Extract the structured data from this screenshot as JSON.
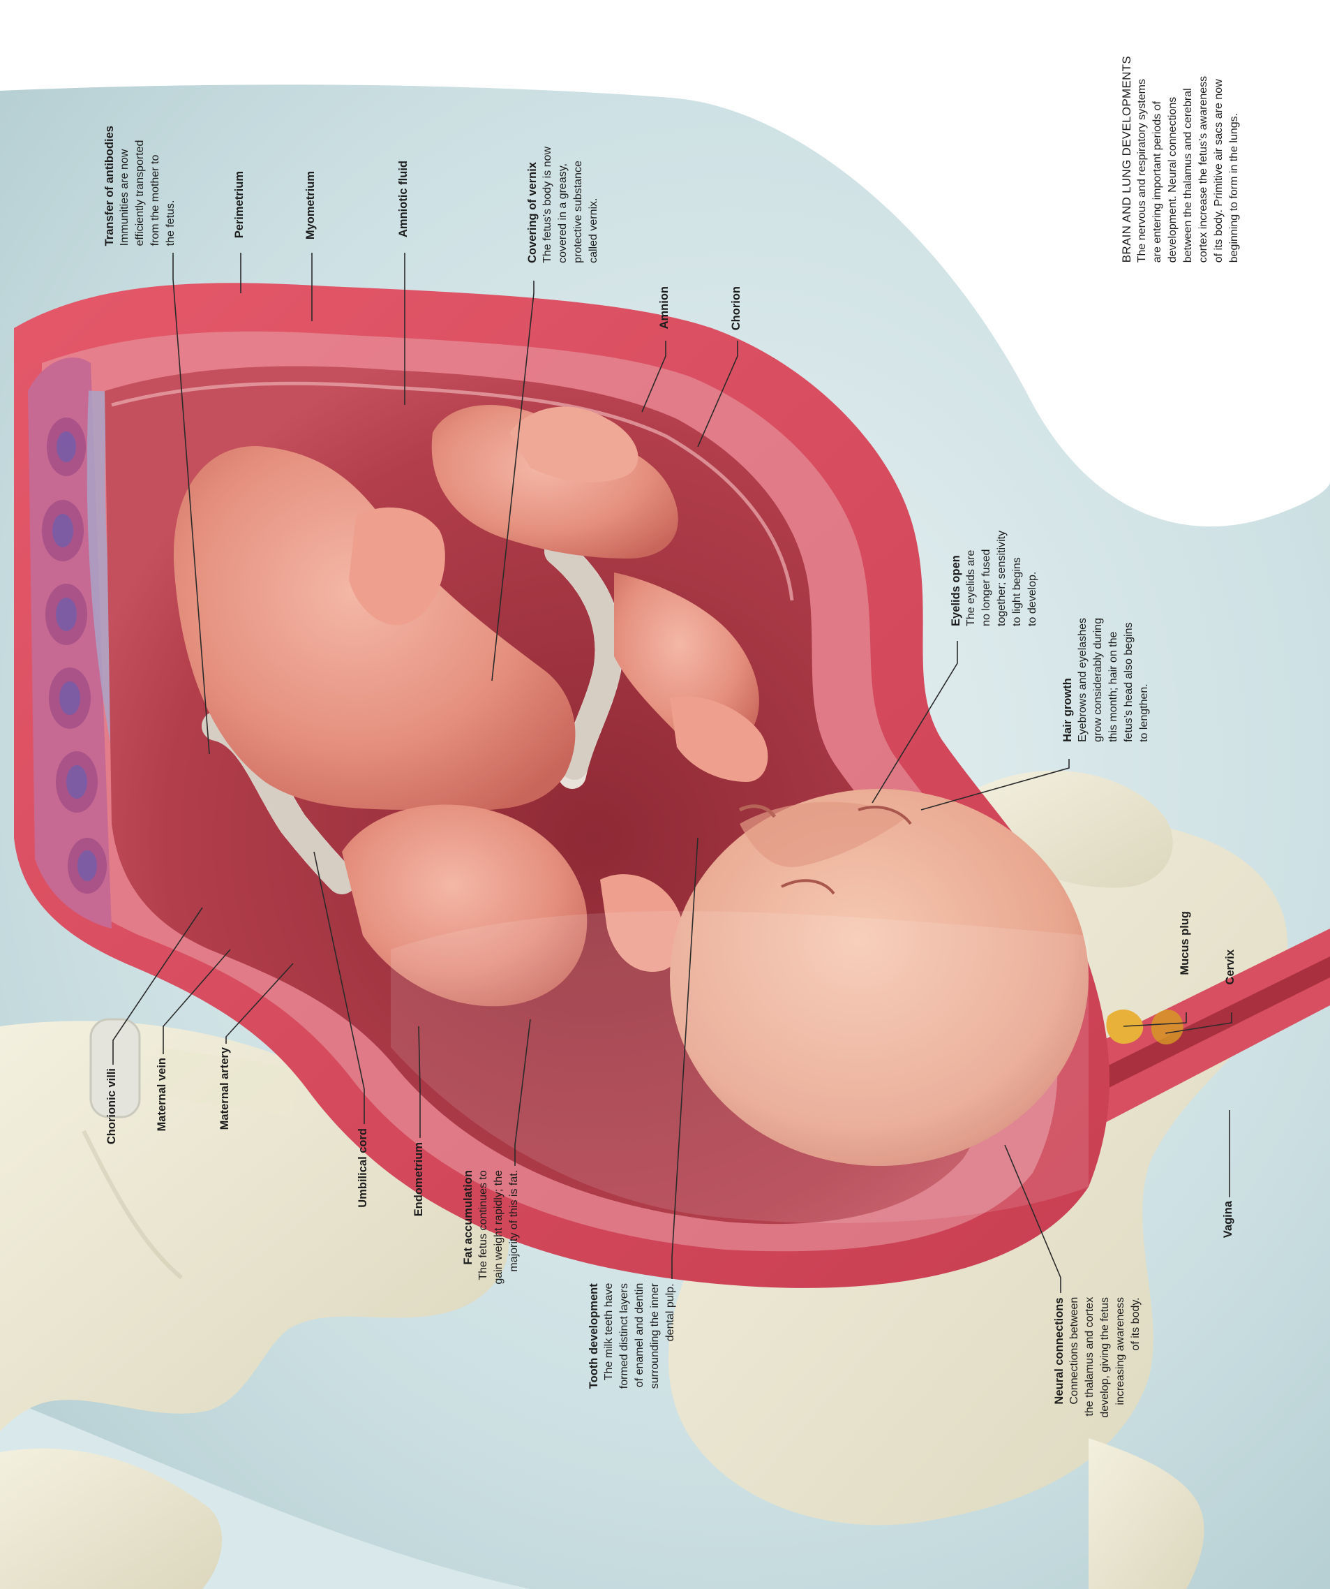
{
  "callouts": {
    "transfer_of_antibodies": {
      "title": "Transfer of antibodies",
      "lines": [
        "Immunities are now",
        "efficiently transported",
        "from the mother to",
        "the fetus."
      ]
    },
    "perimetrium": {
      "title": "Perimetrium"
    },
    "myometrium": {
      "title": "Myometrium"
    },
    "amniotic_fluid": {
      "title": "Amniotic fluid"
    },
    "covering_of_vernix": {
      "title": "Covering of vernix",
      "lines": [
        "The fetus’s body is now",
        "covered in a greasy,",
        "protective substance",
        "called vernix."
      ]
    },
    "amnion": {
      "title": "Amnion"
    },
    "chorion": {
      "title": "Chorion"
    },
    "eyelids_open": {
      "title": "Eyelids open",
      "lines": [
        "The eyelids are",
        "no longer fused",
        "together; sensitivity",
        "to light begins",
        "to develop."
      ]
    },
    "hair_growth": {
      "title": "Hair growth",
      "lines": [
        "Eyebrows and eyelashes",
        "grow considerably during",
        "this month; hair on the",
        "fetus’s head also begins",
        "to lengthen."
      ]
    },
    "mucus_plug": {
      "title": "Mucus plug"
    },
    "cervix": {
      "title": "Cervix"
    },
    "vagina": {
      "title": "Vagina"
    },
    "neural_connections": {
      "title": "Neural connections",
      "lines": [
        "Connections between",
        "the thalamus and cortex",
        "develop, giving the fetus",
        "increasing awareness",
        "of its body."
      ]
    },
    "tooth_development": {
      "title": "Tooth development",
      "lines": [
        "The milk teeth have",
        "formed distinct layers",
        "of enamel and dentin",
        "surrounding the inner",
        "dental pulp."
      ]
    },
    "fat_accumulation": {
      "title": "Fat accumulation",
      "lines": [
        "The fetus continues to",
        "gain weight rapidly; the",
        "majority of this is fat."
      ]
    },
    "endometrium": {
      "title": "Endometrium"
    },
    "umbilical_cord": {
      "title": "Umbilical cord"
    },
    "maternal_artery": {
      "title": "Maternal artery"
    },
    "maternal_vein": {
      "title": "Maternal vein"
    },
    "chorionic_villi": {
      "title": "Chorionic villi"
    }
  },
  "sidebar": {
    "title": "BRAIN AND LUNG DEVELOPMENTS",
    "lines": [
      "The nervous and respiratory systems",
      "are entering important periods of",
      "development. Neural connections",
      "between the thalamus and cerebral",
      "cortex increase the fetus’s awareness",
      "of its body. Primitive air sacs are now",
      "beginning to form in the lungs."
    ]
  },
  "colors": {
    "background": "#ffffff",
    "body_silhouette": "#cfe1e3",
    "bone": "#ede9d3",
    "uterus_wall": "#dc4b5e",
    "amniotic_cavity": "#b53d4a",
    "fetus_skin": "#e8968a",
    "placenta": "#c9628e",
    "umbilical_cord": "#e9e3dc",
    "mucus_plug": "#e8b23a",
    "leader_line": "#2a2a2a"
  }
}
